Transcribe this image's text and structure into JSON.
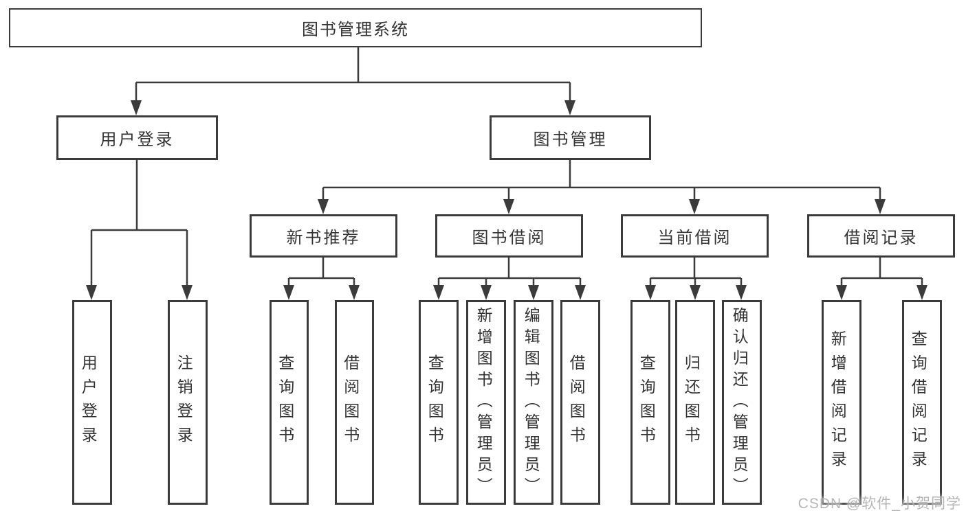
{
  "diagram_title": "图书管理系统",
  "tree": {
    "root": {
      "label": "图书管理系统"
    },
    "branches": [
      {
        "label": "用户登录",
        "children": [
          "用户登录",
          "注销登录"
        ]
      },
      {
        "label": "图书管理",
        "groups": [
          {
            "label": "新书推荐",
            "children": [
              "查询图书",
              "借阅图书"
            ]
          },
          {
            "label": "图书借阅",
            "children": [
              "查询图书",
              "新增图书（管理员）",
              "编辑图书（管理员）",
              "借阅图书"
            ]
          },
          {
            "label": "当前借阅",
            "children": [
              "查询图书",
              "归还图书",
              "确认归还（管理员）"
            ]
          },
          {
            "label": "借阅记录",
            "children": [
              "新增借阅记录",
              "查询借阅记录"
            ]
          }
        ]
      }
    ]
  },
  "watermark": {
    "text": "CSDN @软件_小贺同学"
  },
  "colors": {
    "line": "#3b3b3b",
    "text": "#333333",
    "watermark": "#b2b2b2",
    "background": "#ffffff"
  }
}
